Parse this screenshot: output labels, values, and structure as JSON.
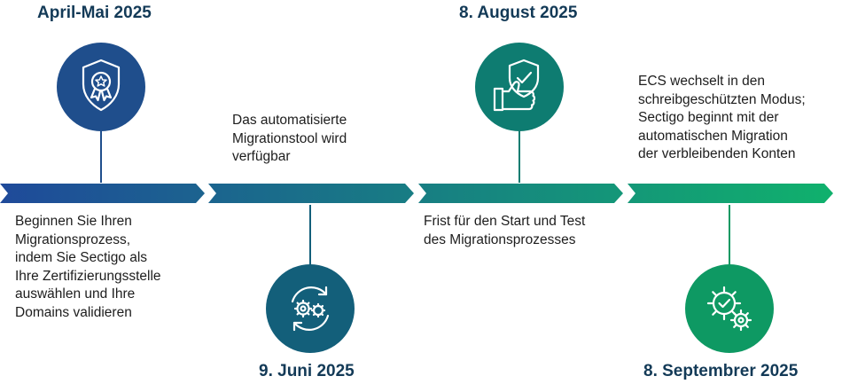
{
  "milestones": [
    {
      "title": "April-Mai 2025",
      "icon": "award-shield-icon",
      "color": "#1f4e8c",
      "text": [
        "Beginnen Sie Ihren",
        "Migrationsprozess,",
        "indem Sie Sectigo als",
        "Ihre Zertifizierungsstelle",
        "auswählen und Ihre",
        "Domains validieren"
      ]
    },
    {
      "title": "9. Juni 2025",
      "icon": "gears-cycle-icon",
      "color": "#135f7a",
      "text": [
        "Das automatisierte",
        "Migrationstool wird",
        "verfügbar"
      ]
    },
    {
      "title": "8. August 2025",
      "icon": "thumbs-up-shield-icon",
      "color": "#0e7c71",
      "text": [
        "Frist für den Start und Test",
        "des Migrationsprozesses"
      ]
    },
    {
      "title": "8. Septembrer 2025",
      "icon": "gear-check-icon",
      "color": "#0e9963",
      "text": [
        "ECS wechselt in den",
        "schreibgeschützten Modus;",
        "Sectigo beginnt mit der",
        "automatischen Migration",
        "der verbleibenden Konten"
      ]
    }
  ],
  "colors": {
    "arrow_start": "#1f4a9a",
    "arrow_end": "#10b26c"
  }
}
